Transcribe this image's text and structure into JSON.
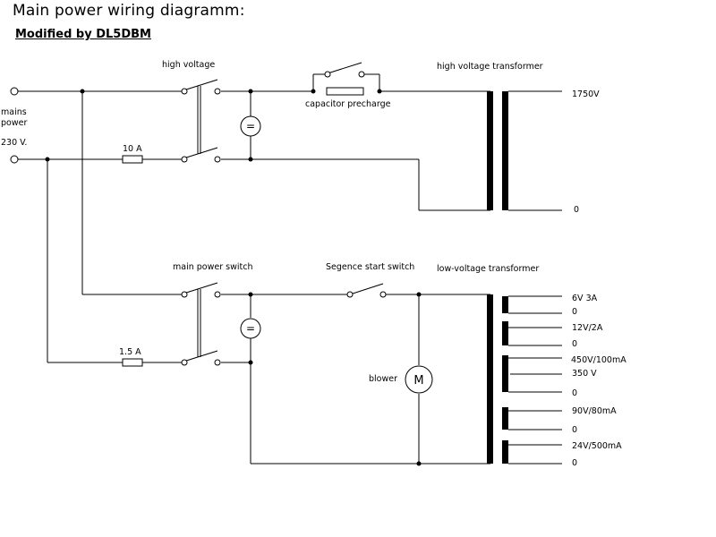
{
  "title": "Main power wiring diagramm:",
  "subtitle": "Modified by DL5DBM",
  "labels": {
    "mains": "mains",
    "power": "power",
    "voltage": "230 V.",
    "fuse_hv": "10 A",
    "fuse_lv": "1.5 A",
    "hv_switch": "high voltage",
    "precharge": "capacitor precharge",
    "hv_transformer": "high voltage transformer",
    "hv_out_1": "1750V",
    "hv_out_0": "0",
    "main_switch": "main power switch",
    "sequence_switch": "Segence start  switch",
    "lv_transformer": "low-voltage transformer",
    "blower": "blower",
    "motor": "M",
    "lamp_symbol": "="
  },
  "lv_outputs": [
    "6V 3A",
    "0",
    "12V/2A",
    "0",
    "450V/100mA",
    "350 V",
    "0",
    "90V/80mA",
    "0",
    "24V/500mA",
    "0"
  ]
}
